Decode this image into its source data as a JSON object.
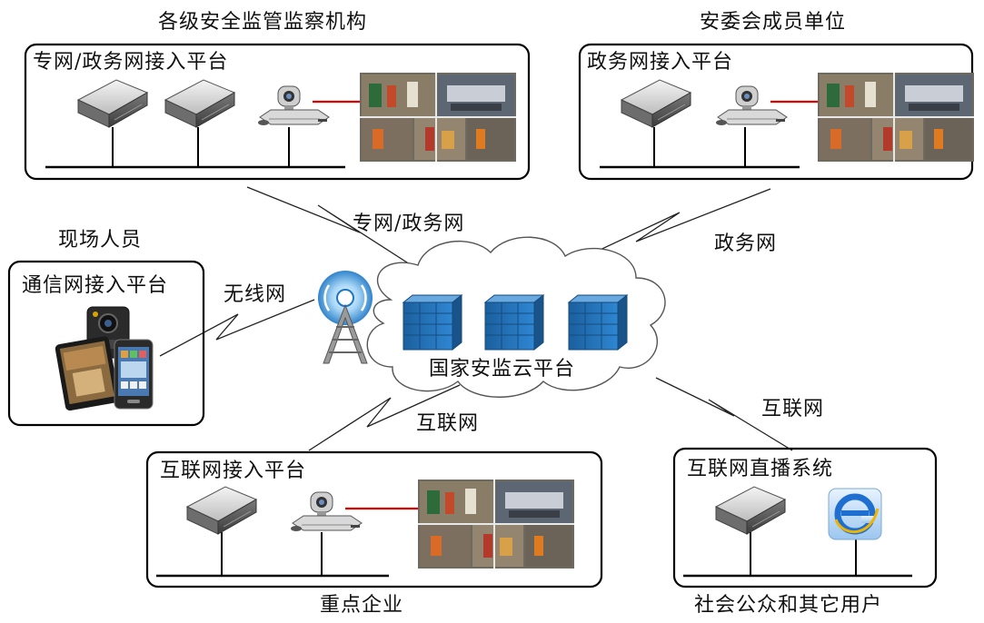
{
  "groups": {
    "supervisors": {
      "caption": "各级安全监管监察机构",
      "platform": "专网/政务网接入平台"
    },
    "committee": {
      "caption": "安委会成员单位",
      "platform": "政务网接入平台"
    },
    "field": {
      "caption": "现场人员",
      "platform": "通信网接入平台"
    },
    "enterprise": {
      "caption": "重点企业",
      "platform": "互联网接入平台"
    },
    "public": {
      "caption": "社会公众和其它用户",
      "platform": "互联网直播系统"
    }
  },
  "links": {
    "supervisors": "专网/政务网",
    "committee": "政务网",
    "field": "无线网",
    "enterprise": "互联网",
    "public": "互联网"
  },
  "cloud": {
    "label": "国家安监云平台"
  },
  "colors": {
    "box_border": "#000000",
    "server_blue": "#1f6fb5",
    "red_link": "#e00000",
    "cloud_border": "#555555"
  },
  "icons": [
    "server-device-icon",
    "video-conference-camera-icon",
    "video-wall-icon",
    "blade-server-icon",
    "radio-tower-icon",
    "body-camera-icon",
    "tablet-icon",
    "smartphone-icon",
    "ie-browser-icon"
  ]
}
